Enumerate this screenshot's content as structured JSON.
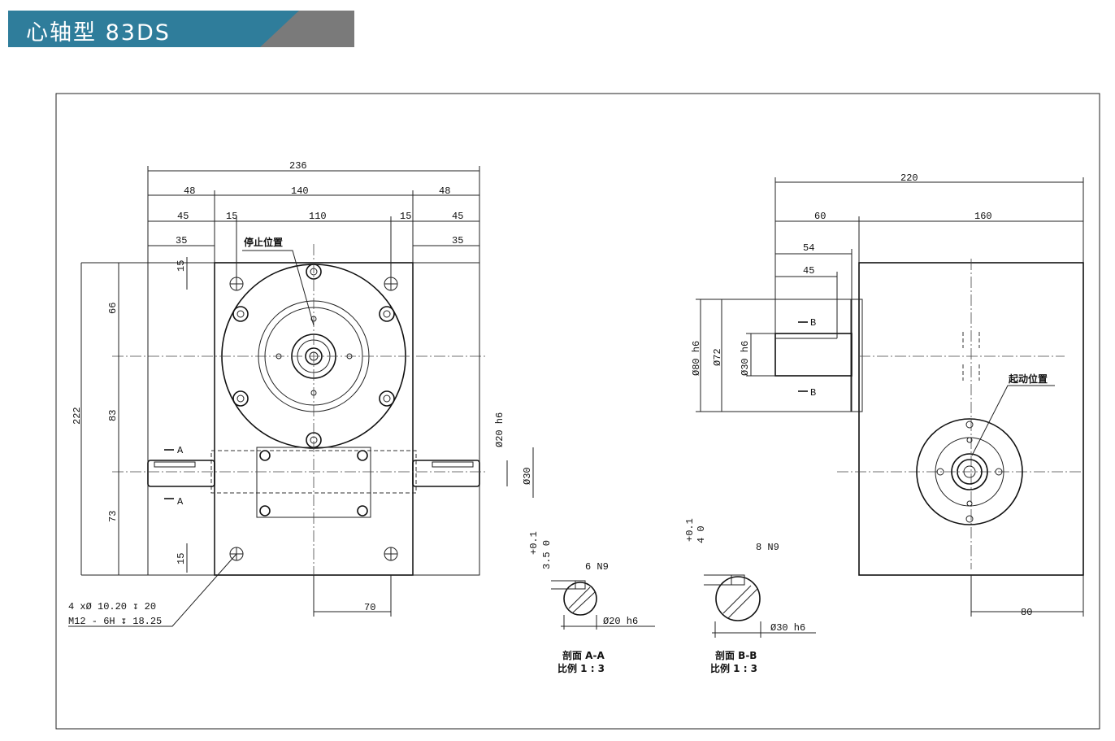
{
  "banner": {
    "title": "心轴型  83DS"
  },
  "front_view": {
    "dims": [
      "236",
      "48",
      "140",
      "48",
      "45",
      "15",
      "110",
      "15",
      "45",
      "35",
      "35",
      "15",
      "66",
      "83",
      "73",
      "222",
      "15",
      "70"
    ],
    "labels": {
      "stop_position": "停止位置",
      "section_a_top": "A",
      "section_a_bottom": "A",
      "shaft_d20": "Ø20 h6",
      "shaft_d30": "Ø30"
    },
    "hole_note_1": "4 xØ  10.20 ↧  20",
    "hole_note_2": "M12 - 6H ↧  18.25"
  },
  "side_view": {
    "dims": [
      "220",
      "60",
      "160",
      "54",
      "45",
      "80"
    ],
    "labels": {
      "d80": "Ø80 h6",
      "d72": "Ø72",
      "d30": "Ø30 h6",
      "section_b_top": "B",
      "section_b_bottom": "B",
      "start_position": "起动位置"
    }
  },
  "section_aa": {
    "tol": "+0.1",
    "depth": "3.5 0",
    "key": "6 N9",
    "shaft": "Ø20 h6",
    "title": "剖面 A-A",
    "scale": "比例 1 : 3"
  },
  "section_bb": {
    "tol": "+0.1",
    "depth": "4 0",
    "key": "8 N9",
    "shaft": "Ø30 h6",
    "title": "剖面 B-B",
    "scale": "比例 1 : 3"
  },
  "colors": {
    "banner_blue": "#2f7d9b",
    "banner_gray": "#7a7a7a"
  }
}
